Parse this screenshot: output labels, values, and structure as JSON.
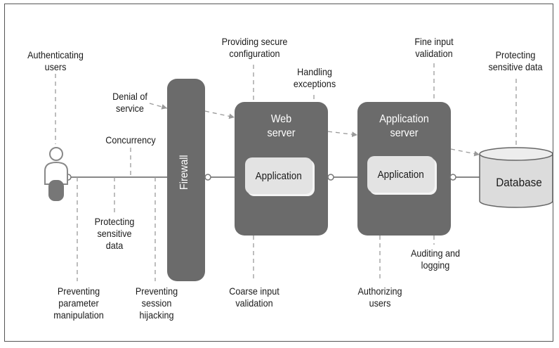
{
  "components": {
    "firewall": "Firewall",
    "web_server": [
      "Web",
      "server"
    ],
    "app_server": [
      "Application",
      "server"
    ],
    "web_app": "Application",
    "app_app": "Application",
    "database": "Database"
  },
  "annotations": {
    "authenticating_users": [
      "Authenticating",
      "users"
    ],
    "denial_of_service": [
      "Denial of",
      "service"
    ],
    "concurrency": [
      "Concurrency"
    ],
    "protecting_data_left": [
      "Protecting",
      "sensitive",
      "data"
    ],
    "preventing_param": [
      "Preventing",
      "parameter",
      "manipulation"
    ],
    "preventing_session": [
      "Preventing",
      "session",
      "hijacking"
    ],
    "secure_config": [
      "Providing secure",
      "configuration"
    ],
    "handling_exceptions": [
      "Handling",
      "exceptions"
    ],
    "coarse_input": [
      "Coarse input",
      "validation"
    ],
    "fine_input": [
      "Fine input",
      "validation"
    ],
    "authorizing_users": [
      "Authorizing",
      "users"
    ],
    "auditing_logging": [
      "Auditing and",
      "logging"
    ],
    "protecting_data_right": [
      "Protecting",
      "sensitive data"
    ]
  },
  "colors": {
    "node": "#6b6b6b",
    "line": "#888888",
    "dashed": "#9a9a9a",
    "application_box": "#e3e3e3",
    "database_fill": "#dcdcdc"
  },
  "icons": {
    "user": "user-icon"
  }
}
